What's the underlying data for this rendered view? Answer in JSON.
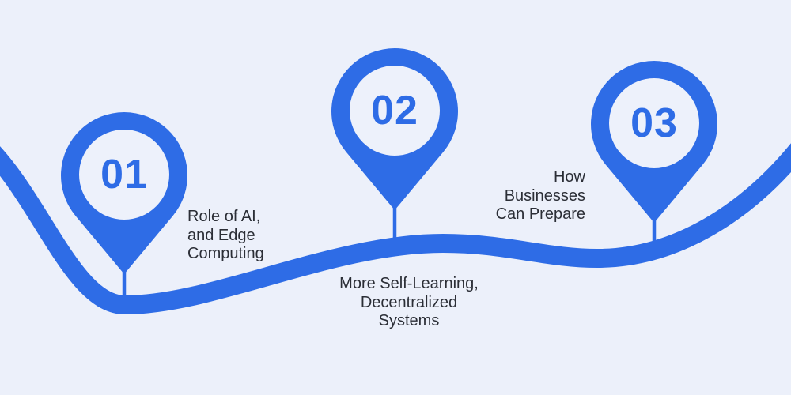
{
  "colors": {
    "accent": "#2e6ce6",
    "background": "#ecf0fa",
    "pin_inner": "#edf1fb",
    "text": "#2b2e36"
  },
  "diagram": {
    "type": "roadmap-timeline",
    "steps": [
      {
        "number": "01",
        "label": "Role of AI, and Edge Computing",
        "label_lines": [
          "Role of AI,",
          "and Edge",
          "Computing"
        ]
      },
      {
        "number": "02",
        "label": "More Self-Learning, Decentralized Systems",
        "label_lines": [
          "More Self-Learning,",
          "Decentralized",
          "Systems"
        ]
      },
      {
        "number": "03",
        "label": "How Businesses Can Prepare",
        "label_lines": [
          "How",
          "Businesses",
          "Can Prepare"
        ]
      }
    ]
  }
}
